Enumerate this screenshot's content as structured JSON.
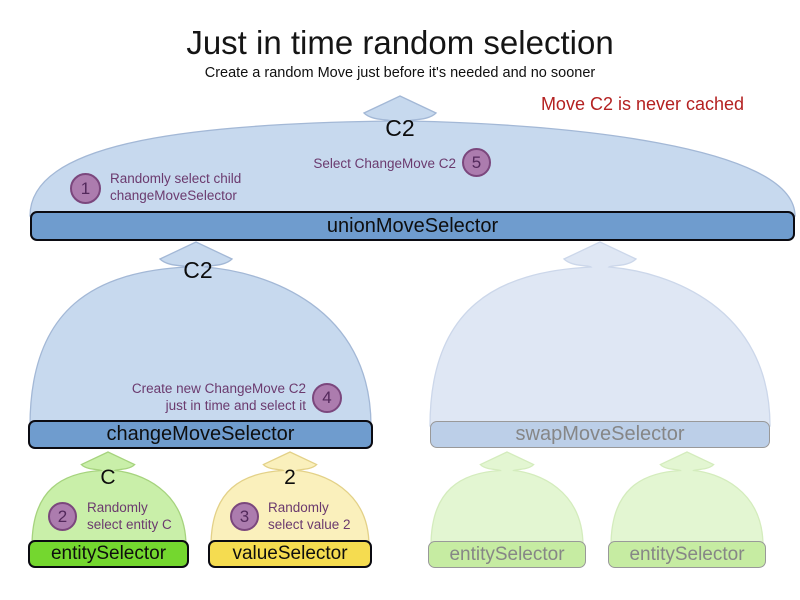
{
  "title": "Just in time random selection",
  "subtitle": "Create a random Move just before it's needed and no sooner",
  "note": "Move C2 is never cached",
  "colors": {
    "note_red": "#b42121",
    "dome_blue": "#c7d9ee",
    "dome_blue_border": "#a3b8d6",
    "dome_blue_faded": "#dfe7f4",
    "dome_blue_faded_border": "#ccd7ea",
    "bar_blue": "#6f9cce",
    "bar_blue_faded": "#bccfe8",
    "dome_green": "#c9efa9",
    "dome_green_border": "#a6d37e",
    "bar_green": "#74d72f",
    "dome_yellow": "#faf0bc",
    "dome_yellow_border": "#e3d188",
    "bar_yellow": "#f5dc50",
    "dome_green_faded": "#e3f6d2",
    "dome_green_faded_border": "#d4ecbd",
    "bar_green_faded": "#c6eca2",
    "faded_border": "#999999",
    "faded_text": "#868686",
    "circle_fill": "#ac7cae",
    "circle_border": "#7b477d",
    "circle_text": "#53295c",
    "annotation_text": "#6b3a6e"
  },
  "selectors": {
    "union": {
      "label": "unionMoveSelector",
      "output": "C2"
    },
    "change": {
      "label": "changeMoveSelector",
      "output": "C2"
    },
    "swap": {
      "label": "swapMoveSelector"
    },
    "entity": {
      "label": "entitySelector",
      "output": "C"
    },
    "value": {
      "label": "valueSelector",
      "output": "2"
    },
    "entity_faded_1": {
      "label": "entitySelector"
    },
    "entity_faded_2": {
      "label": "entitySelector"
    }
  },
  "steps": {
    "s1": {
      "num": "1",
      "line1": "Randomly select child",
      "line2": "changeMoveSelector"
    },
    "s2": {
      "num": "2",
      "line1": "Randomly",
      "line2": "select entity C"
    },
    "s3": {
      "num": "3",
      "line1": "Randomly",
      "line2": "select value 2"
    },
    "s4": {
      "num": "4",
      "line1": "Create new ChangeMove C2",
      "line2": "just in time and select it"
    },
    "s5": {
      "num": "5",
      "line1": "Select ChangeMove C2"
    }
  }
}
